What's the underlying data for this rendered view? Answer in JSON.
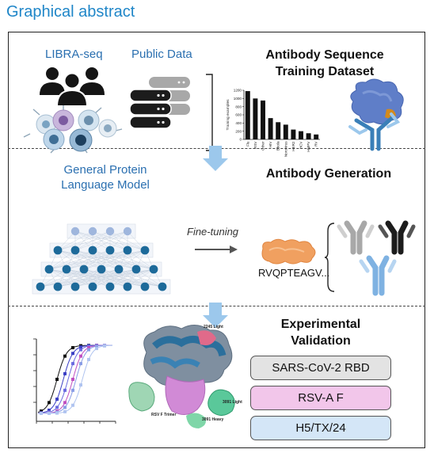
{
  "header": {
    "title": "Graphical abstract"
  },
  "section1": {
    "source_left": "LIBRA-seq",
    "source_right": "Public Data",
    "title_line1": "Antibody Sequence",
    "title_line2": "Training Dataset"
  },
  "section2": {
    "model_line1": "General Protein",
    "model_line2": "Language Model",
    "step_label": "Fine-tuning",
    "title": "Antibody Generation",
    "sequence_text": "RVQPTEAGV..."
  },
  "section3": {
    "title_line1": "Experimental",
    "title_line2": "Validation",
    "targets": [
      {
        "label": "SARS-CoV-2 RBD",
        "color": "#e3e3e3"
      },
      {
        "label": "RSV-A F",
        "color": "#f2c6ea"
      },
      {
        "label": "H5/TX/24",
        "color": "#d4e6f7"
      }
    ],
    "structure_labels": {
      "light_top": "2245 Light",
      "light_right": "3091 Light",
      "heavy": "3091 Heavy",
      "trimer": "RSV F Trimer"
    }
  },
  "colors": {
    "accent_blue": "#1f86c8",
    "arrow_blue": "#9cc8ec",
    "node_dark": "#1d6a9a",
    "node_light": "#9fb6dd",
    "sequence_orange": "#f0a060"
  },
  "chart_data": {
    "type": "bar",
    "ylabel": "Training examples",
    "categories": [
      "Flu",
      "RSV",
      "Other",
      "HIV",
      "Ebola",
      "Norovirus",
      "HER2",
      "HCV",
      "HMPV",
      "RV"
    ],
    "values": [
      1180,
      1000,
      950,
      520,
      420,
      360,
      240,
      200,
      150,
      120
    ],
    "ylim": [
      0,
      1200
    ],
    "yticks": [
      0,
      200,
      400,
      600,
      800,
      1000,
      1200
    ]
  }
}
